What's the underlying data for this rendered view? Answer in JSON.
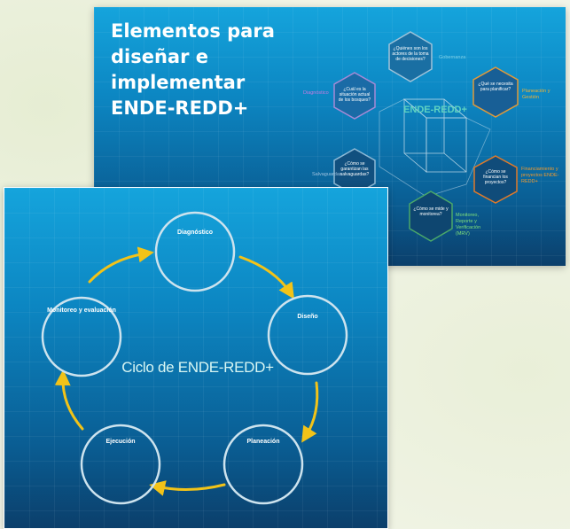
{
  "back_slide": {
    "title_lines": [
      "Elementos para",
      "diseñar e",
      "implementar",
      "ENDE-REDD+"
    ],
    "center_label": "ENDE-REDD+",
    "hexagons": [
      {
        "id": "top",
        "color": "#9fc3d9",
        "label": "¿Quiénes son los actores de la toma de decisiones?"
      },
      {
        "id": "left",
        "color": "#a58ad6",
        "label": "¿Cuál es la situación actual de los bosques?"
      },
      {
        "id": "right",
        "color": "#e09a3a",
        "label": "¿Qué se necesita para planificar?"
      },
      {
        "id": "lower-left",
        "color": "#8cb9d6",
        "label": "¿Cómo se garantizan las salvaguardas?"
      },
      {
        "id": "lower-right",
        "color": "#e07a2a",
        "label": "¿Cómo se financian los proyectos?"
      },
      {
        "id": "bottom",
        "color": "#4aa86a",
        "label": "¿Cómo se mide y monitorea?"
      }
    ],
    "side_labels": [
      {
        "id": "gobernanza",
        "text": "Gobernanza",
        "color": "#7fd0e6"
      },
      {
        "id": "planeacion-gestion",
        "text": "Planeación y Gestión",
        "color": "#f2b233"
      },
      {
        "id": "financiamiento",
        "text": "Financiamiento y proyectos ENDE-REDD+",
        "color": "#f29a2e"
      },
      {
        "id": "salvaguardas",
        "text": "Salvaguardas",
        "color": "#9fc3e0"
      },
      {
        "id": "monitoreo",
        "text": "Monitoreo, Reporte y Verificación (MRV)",
        "color": "#7fe07a"
      },
      {
        "id": "diagnostico",
        "text": "Diagnóstico",
        "color": "#c47be0"
      }
    ]
  },
  "front_slide": {
    "center_title": "Ciclo de ENDE-REDD+",
    "nodes": [
      "Diagnóstico",
      "Diseño",
      "Planeación",
      "Ejecución",
      "Monitoreo y evaluación"
    ],
    "colors": {
      "arrow": "#f2c318",
      "circle": "#cde3ee"
    }
  }
}
